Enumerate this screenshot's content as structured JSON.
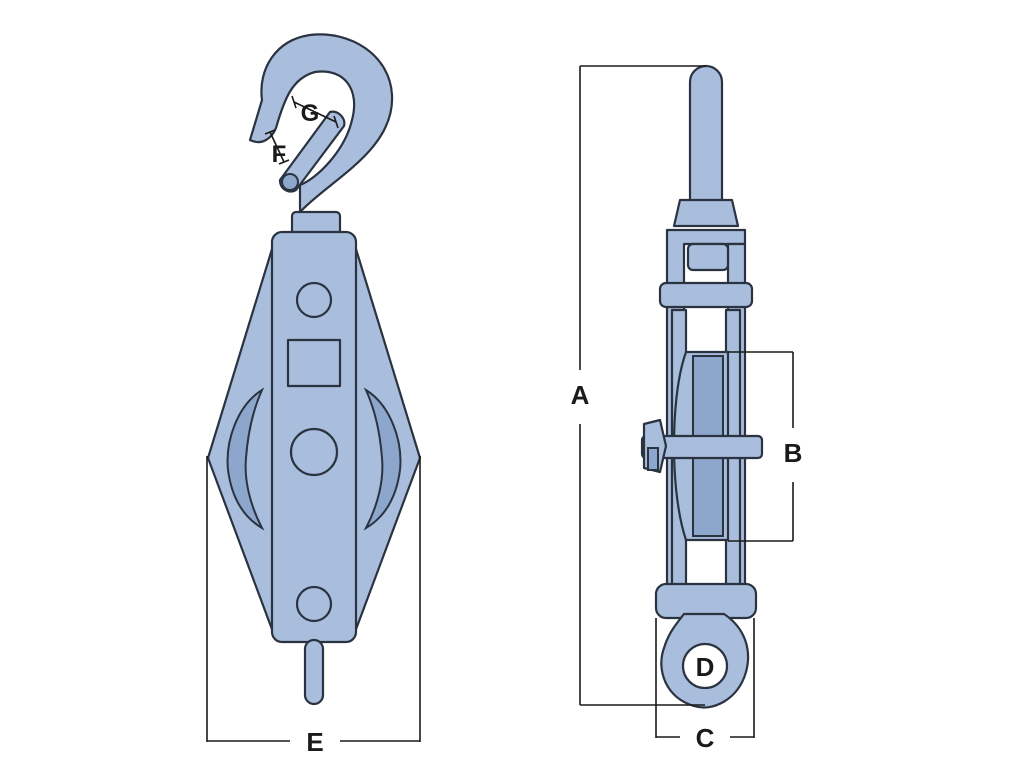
{
  "diagram": {
    "labels": {
      "A": "A",
      "B": "B",
      "C": "C",
      "D": "D",
      "E": "E",
      "F": "F",
      "G": "G"
    },
    "colors": {
      "steel": "#a9bedd",
      "steel_shade": "#8da6cb",
      "outline": "#2b3340",
      "dimension_line": "#1a1a1a",
      "background": "#ffffff"
    }
  }
}
